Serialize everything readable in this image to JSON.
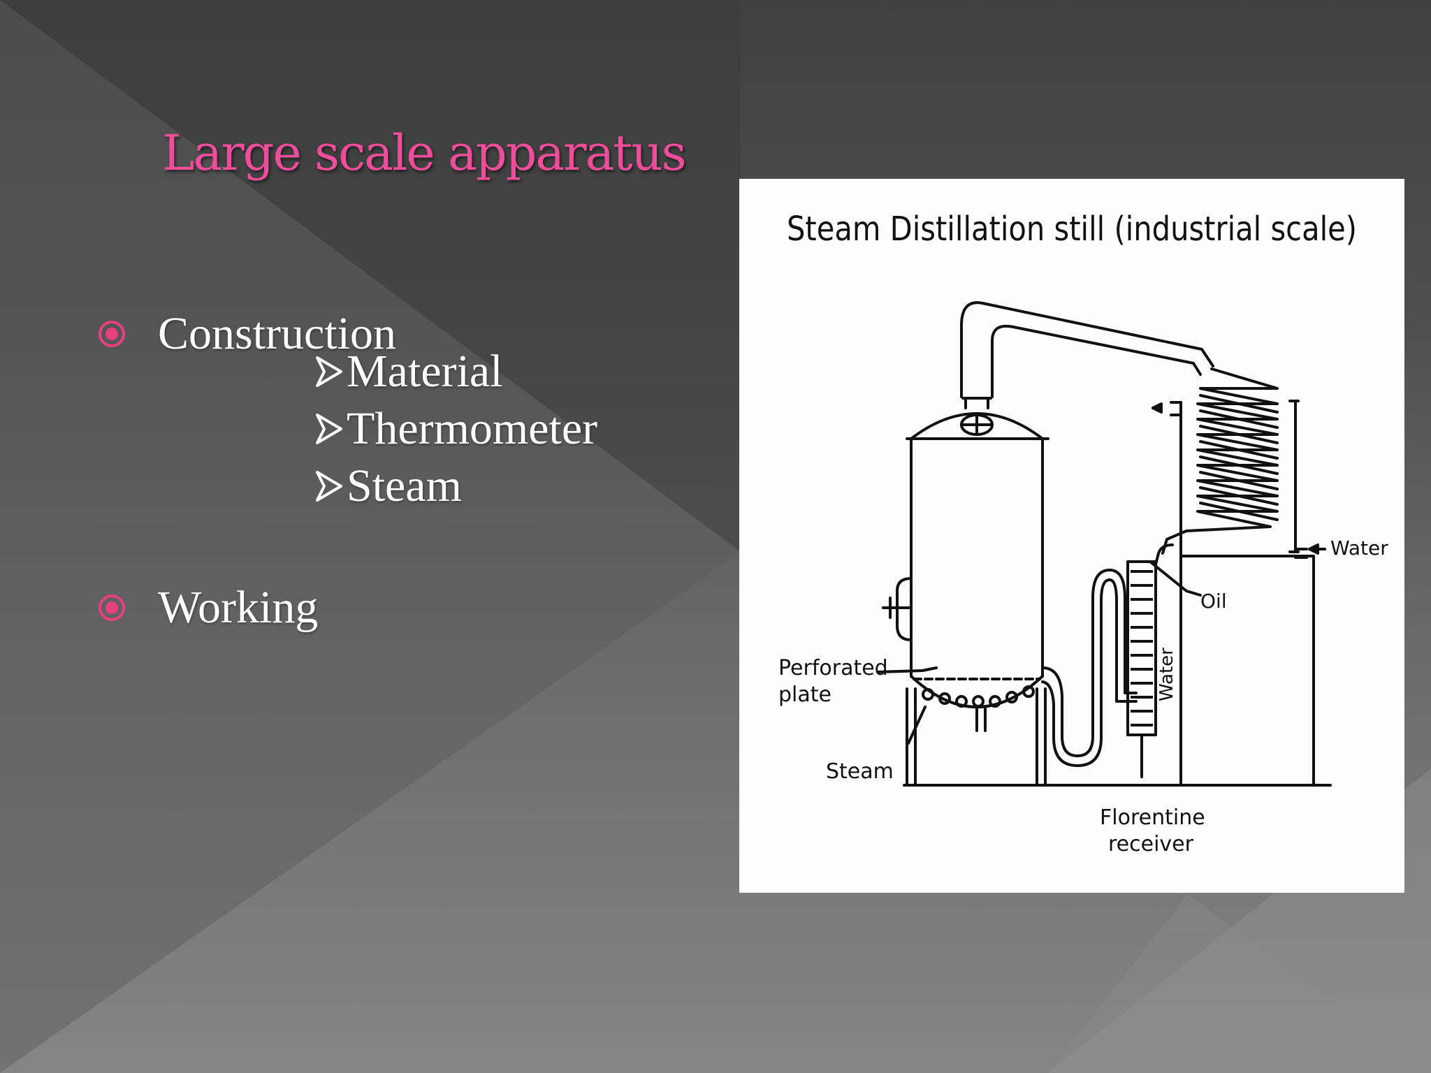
{
  "slide": {
    "title": "Large scale apparatus",
    "bullets": [
      {
        "label": "Construction",
        "sub_items": [
          "Material",
          "Thermometer",
          "Steam"
        ]
      },
      {
        "label": "Working"
      }
    ],
    "bullet_icon": "target-circle-icon",
    "sub_item_icon": "arrowhead-icon"
  },
  "figure": {
    "title": "Steam Distillation still (industrial scale)",
    "labels": {
      "water_in": "Water",
      "oil": "Oil",
      "water_layer": "Water",
      "perforated_plate_line1": "Perforated",
      "perforated_plate_line2": "plate",
      "steam": "Steam",
      "receiver_line1": "Florentine",
      "receiver_line2": "receiver"
    }
  },
  "colors": {
    "title": "#ee4d9a",
    "bullet_accent": "#e8407f",
    "text": "#ffffff",
    "figure_bg": "#fdfdfd"
  }
}
